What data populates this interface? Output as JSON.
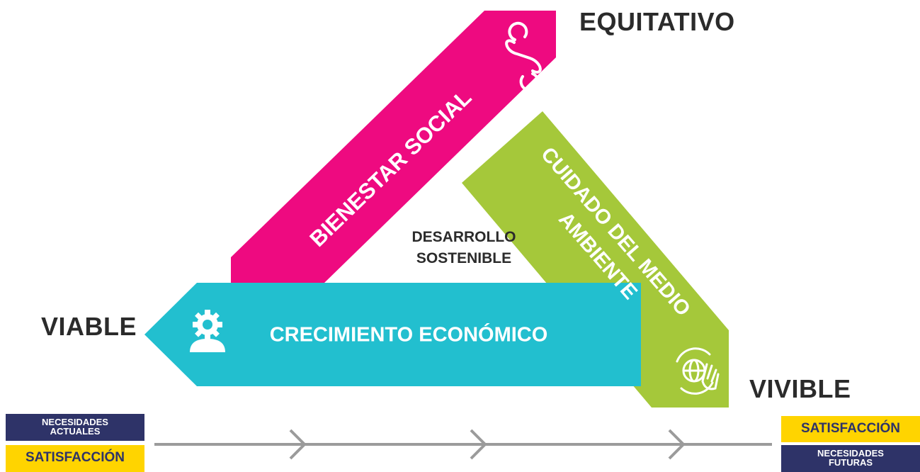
{
  "diagram": {
    "center_label": {
      "line1": "DESARROLLO",
      "line2": "SOSTENIBLE"
    },
    "corners": {
      "top": "EQUITATIVO",
      "left": "VIABLE",
      "right": "VIVIBLE"
    },
    "arrows": {
      "social": {
        "label": "BIENESTAR SOCIAL",
        "color": "#ee0a80",
        "icon": "infinity-icon"
      },
      "environment": {
        "line1": "CUIDADO DEL MEDIO",
        "line2": "AMBIENTE",
        "color": "#a5c83a",
        "icon": "globe-hand-icon"
      },
      "economic": {
        "label": "CRECIMIENTO ECONÓMICO",
        "color": "#22bfcf",
        "icon": "gear-person-icon"
      }
    }
  },
  "timeline": {
    "left": {
      "top_box_line1": "NECESIDADES",
      "top_box_line2": "ACTUALES",
      "bottom_box": "SATISFACCIÓN"
    },
    "right": {
      "top_box": "SATISFACCIÓN",
      "bottom_box_line1": "NECESIDADES",
      "bottom_box_line2": "FUTURAS"
    },
    "line_color": "#9b9b9b",
    "navy_color": "#2e3368",
    "yellow_color": "#ffd400"
  }
}
